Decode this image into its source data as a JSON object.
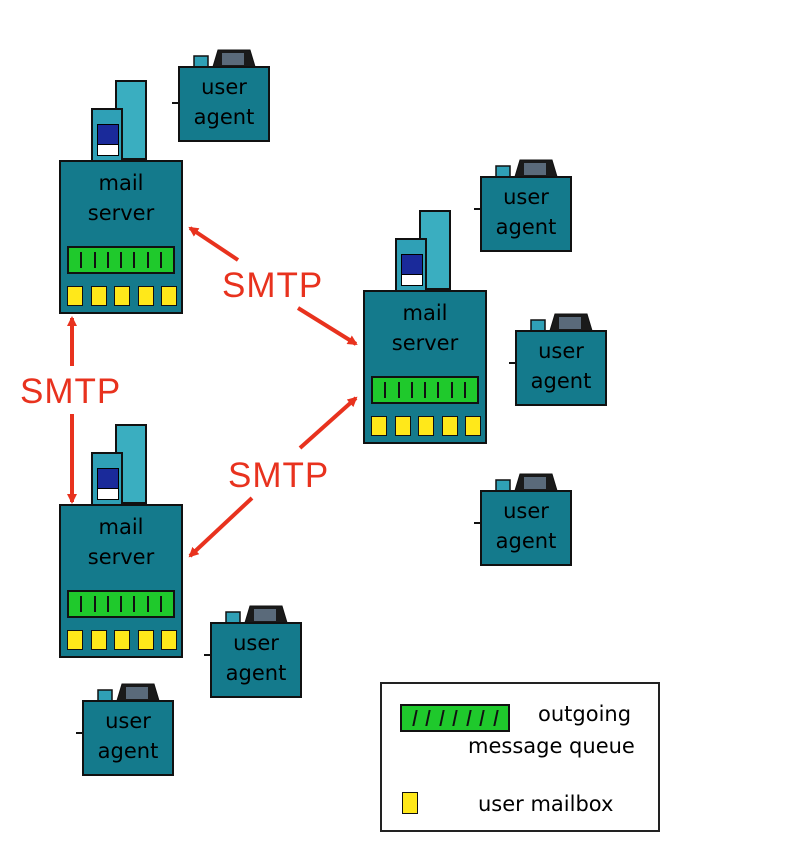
{
  "servers": {
    "top_left": {
      "line1": "mail",
      "line2": "server"
    },
    "right": {
      "line1": "mail",
      "line2": "server"
    },
    "bottom_left": {
      "line1": "mail",
      "line2": "server"
    }
  },
  "agents": {
    "a1": {
      "line1": "user",
      "line2": "agent"
    },
    "a2": {
      "line1": "user",
      "line2": "agent"
    },
    "a3": {
      "line1": "user",
      "line2": "agent"
    },
    "a4": {
      "line1": "user",
      "line2": "agent"
    },
    "a5": {
      "line1": "user",
      "line2": "agent"
    },
    "a6": {
      "line1": "user",
      "line2": "agent"
    }
  },
  "edges": {
    "top_right": "SMTP",
    "left_vertical": "SMTP",
    "bottom_right": "SMTP"
  },
  "legend": {
    "queue_line1": "outgoing",
    "queue_line2": "message queue",
    "mailbox": "user mailbox"
  },
  "colors": {
    "server_fill": "#147a8c",
    "queue_fill": "#1fc92c",
    "mailbox_fill": "#ffe81a",
    "smtp_arrow": "#e8321e"
  }
}
